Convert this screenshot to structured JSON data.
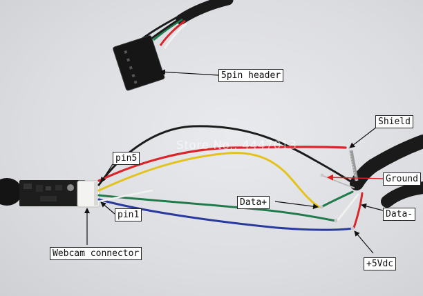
{
  "labels": {
    "header_5pin": "5pin header",
    "shield": "Shield",
    "pin5": "pin5",
    "ground": "Ground",
    "data_plus": "Data+",
    "data_minus": "Data-",
    "pin1": "pin1",
    "webcam_connector": "Webcam connector",
    "plus_5vdc": "+5Vdc"
  },
  "watermark": "Store No.: 4447013",
  "colors": {
    "wire_red": "#d8262b",
    "wire_black": "#1c1c1c",
    "wire_yellow": "#e4c21c",
    "wire_green": "#1f7a4c",
    "wire_blue": "#2a3a9c",
    "wire_white": "#f1f1ef",
    "cable_black": "#1a1a1a"
  }
}
